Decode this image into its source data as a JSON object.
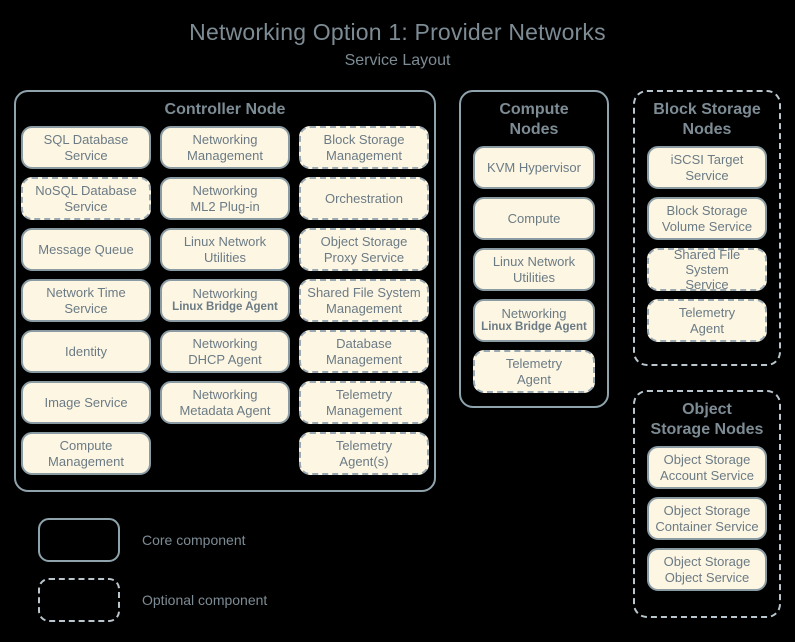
{
  "header": {
    "title": "Networking Option 1: Provider Networks",
    "subtitle": "Service Layout"
  },
  "groups": {
    "controller": {
      "title": "Controller Node",
      "style": "core",
      "columns": [
        [
          {
            "l1": "SQL Database",
            "l2": "Service",
            "style": "core"
          },
          {
            "l1": "NoSQL Database",
            "l2": "Service",
            "style": "optional"
          },
          {
            "l1": "Message Queue",
            "l2": "",
            "style": "core"
          },
          {
            "l1": "Network Time",
            "l2": "Service",
            "style": "core"
          },
          {
            "l1": "Identity",
            "l2": "",
            "style": "core"
          },
          {
            "l1": "Image Service",
            "l2": "",
            "style": "core"
          },
          {
            "l1": "Compute",
            "l2": "Management",
            "style": "core"
          }
        ],
        [
          {
            "l1": "Networking",
            "l2": "Management",
            "style": "core"
          },
          {
            "l1": "Networking",
            "l2": "ML2 Plug-in",
            "style": "core"
          },
          {
            "l1": "Linux Network",
            "l2": "Utilities",
            "style": "core"
          },
          {
            "l1": "Networking",
            "l2": "Linux Bridge Agent",
            "style": "core",
            "small2": true
          },
          {
            "l1": "Networking",
            "l2": "DHCP Agent",
            "style": "core"
          },
          {
            "l1": "Networking",
            "l2": "Metadata Agent",
            "style": "core"
          },
          {
            "l1": "",
            "l2": "",
            "style": "spacer"
          }
        ],
        [
          {
            "l1": "Block Storage",
            "l2": "Management",
            "style": "optional"
          },
          {
            "l1": "Orchestration",
            "l2": "",
            "style": "optional"
          },
          {
            "l1": "Object Storage",
            "l2": "Proxy Service",
            "style": "optional"
          },
          {
            "l1": "Shared File System",
            "l2": "Management",
            "style": "optional"
          },
          {
            "l1": "Database",
            "l2": "Management",
            "style": "optional"
          },
          {
            "l1": "Telemetry",
            "l2": "Management",
            "style": "optional"
          },
          {
            "l1": "Telemetry",
            "l2": "Agent(s)",
            "style": "optional"
          }
        ]
      ]
    },
    "compute": {
      "title": "Compute\nNodes",
      "title_line1": "Compute",
      "title_line2": "Nodes",
      "style": "core",
      "items": [
        {
          "l1": "KVM Hypervisor",
          "l2": "",
          "style": "core"
        },
        {
          "l1": "Compute",
          "l2": "",
          "style": "core"
        },
        {
          "l1": "Linux Network",
          "l2": "Utilities",
          "style": "core"
        },
        {
          "l1": "Networking",
          "l2": "Linux Bridge Agent",
          "style": "core",
          "small2": true
        },
        {
          "l1": "Telemetry",
          "l2": "Agent",
          "style": "optional"
        }
      ]
    },
    "block_storage": {
      "title_line1": "Block Storage",
      "title_line2": "Nodes",
      "style": "optional",
      "items": [
        {
          "l1": "iSCSI Target",
          "l2": "Service",
          "style": "core"
        },
        {
          "l1": "Block Storage",
          "l2": "Volume Service",
          "style": "core"
        },
        {
          "l1": "Shared File System",
          "l2": "Service",
          "style": "optional"
        },
        {
          "l1": "Telemetry",
          "l2": "Agent",
          "style": "optional"
        }
      ]
    },
    "object_storage": {
      "title_line1": "Object",
      "title_line2": "Storage Nodes",
      "style": "optional",
      "items": [
        {
          "l1": "Object Storage",
          "l2": "Account Service",
          "style": "core"
        },
        {
          "l1": "Object Storage",
          "l2": "Container Service",
          "style": "core"
        },
        {
          "l1": "Object Storage",
          "l2": "Object Service",
          "style": "core"
        }
      ]
    }
  },
  "legend": {
    "core_label": "Core component",
    "optional_label": "Optional component"
  },
  "colors": {
    "background": "#000000",
    "text": "#7d8c94",
    "box_fill": "#fdf6e3",
    "box_border": "#8a9ba3",
    "group_border": "#8fa3ad",
    "dashed_border": "#b9c6cd"
  }
}
